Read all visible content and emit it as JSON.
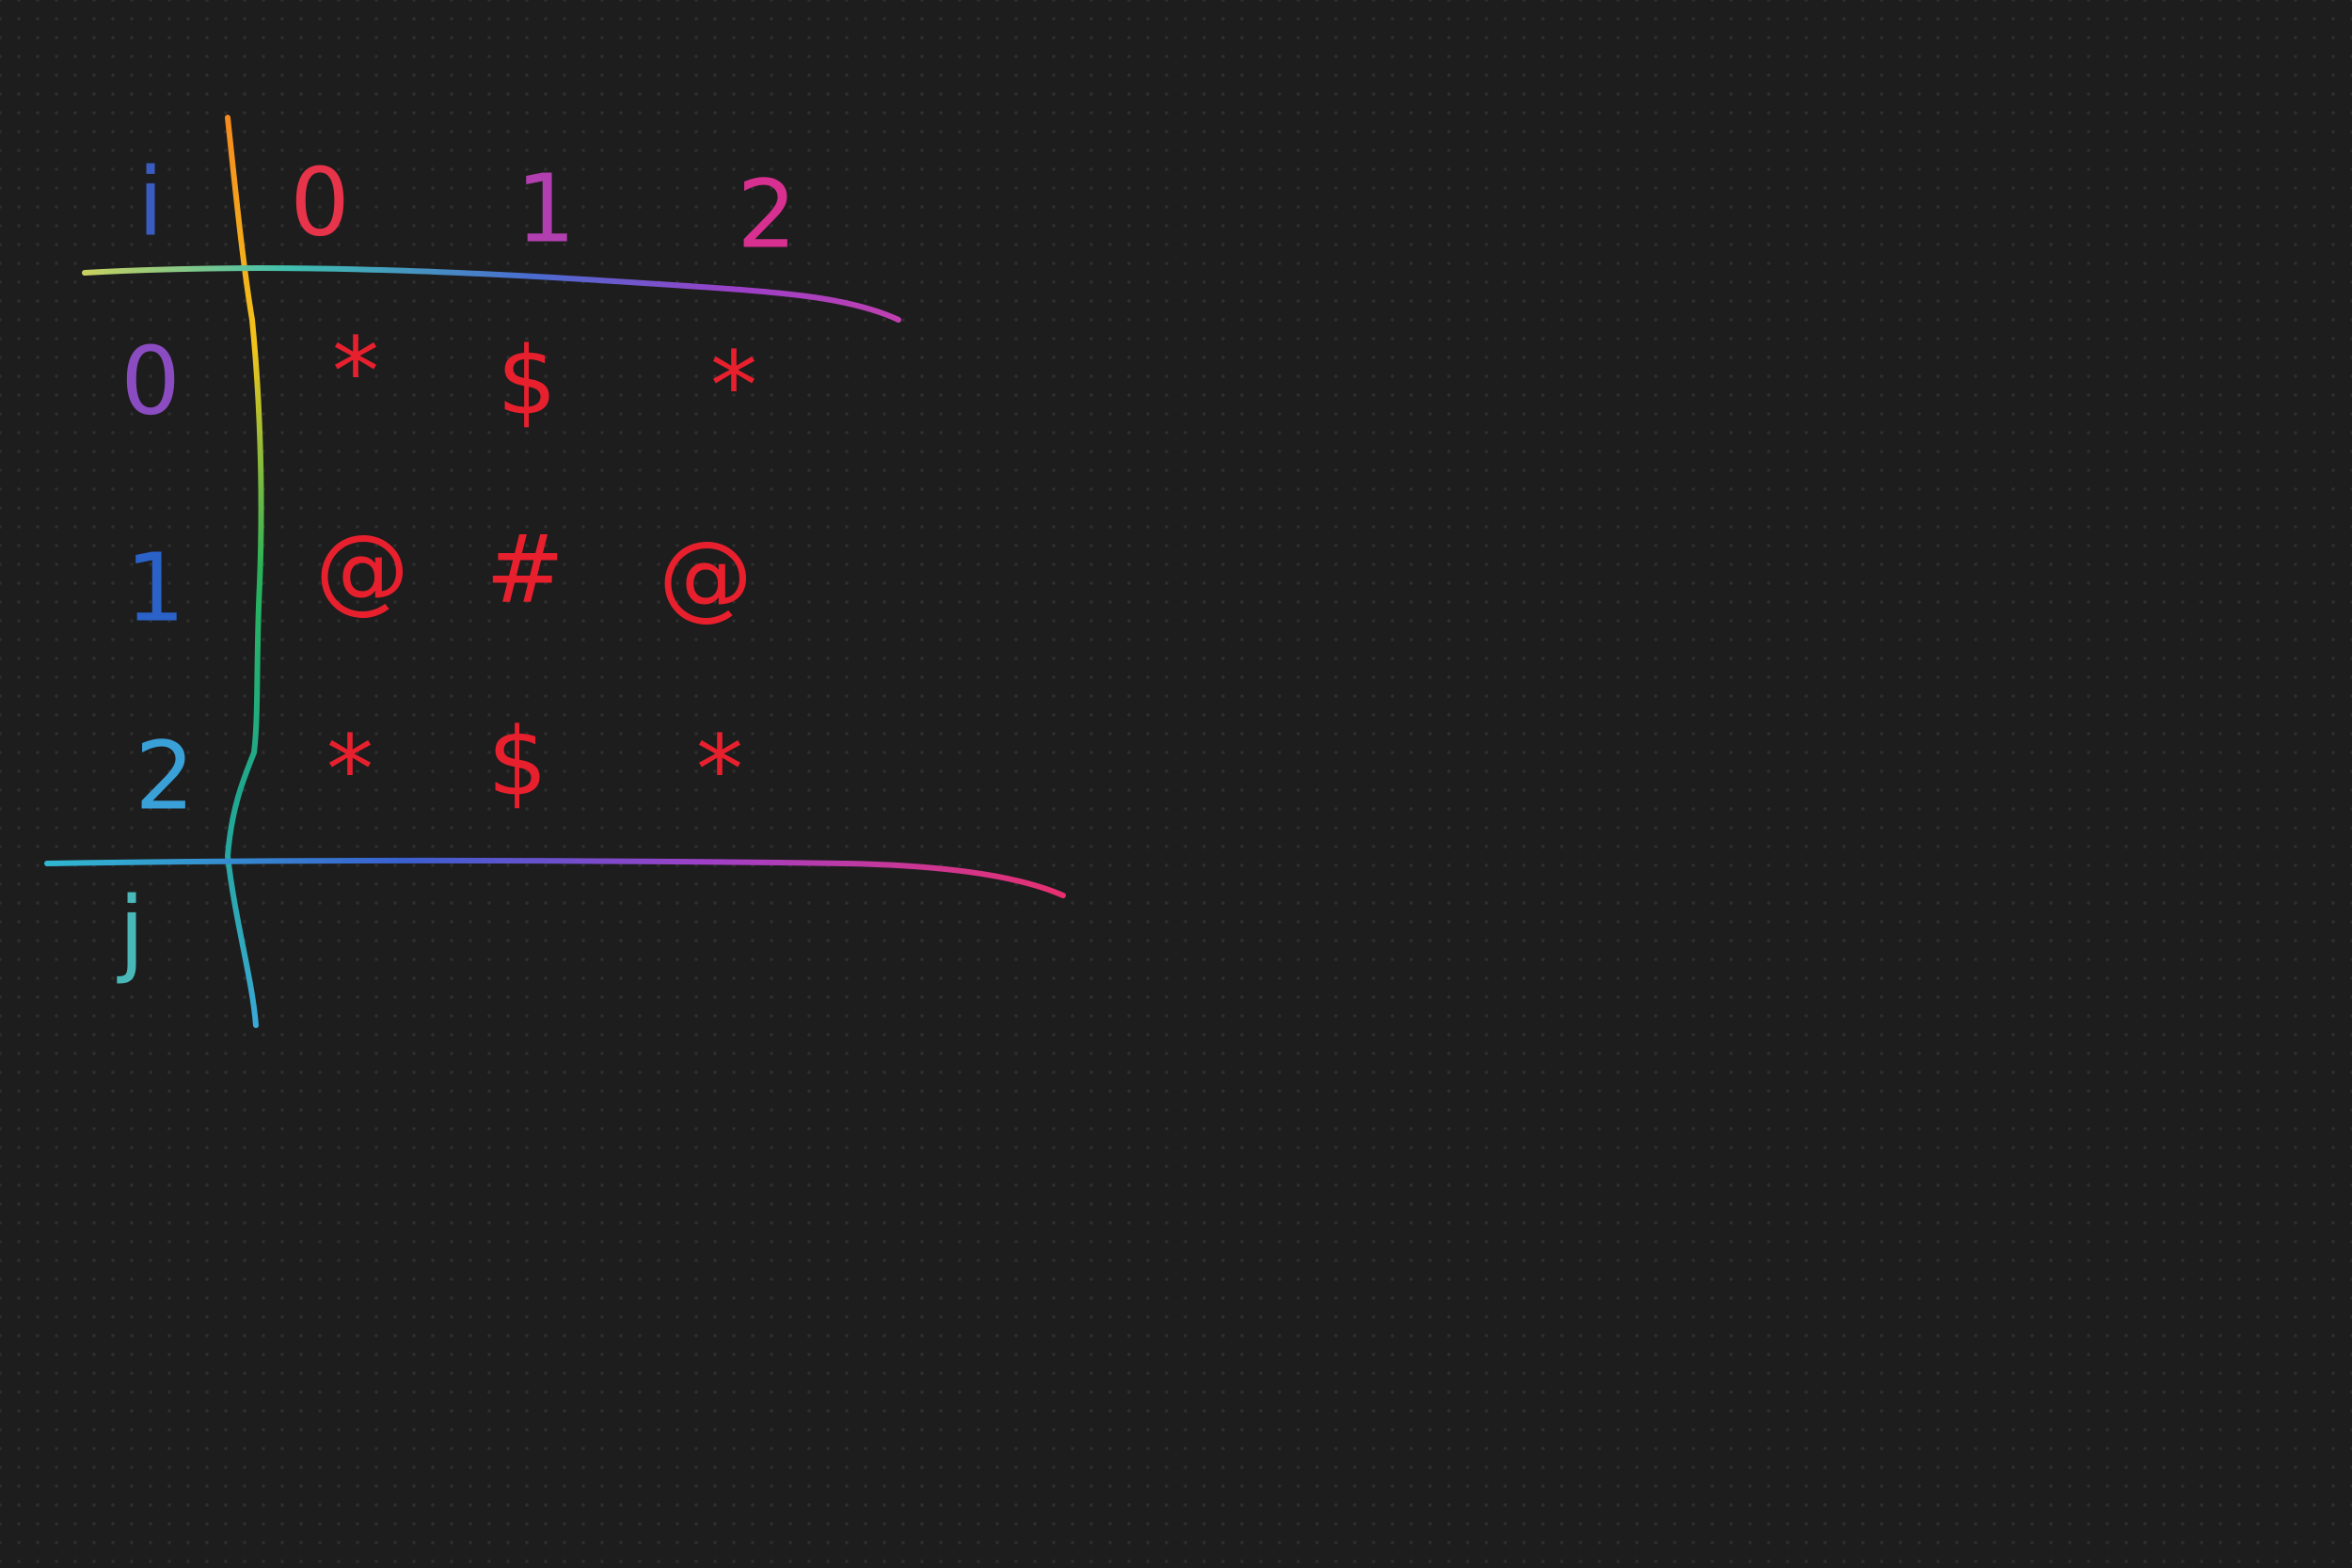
{
  "sketch": {
    "corner_label": "i",
    "bottom_label": "j",
    "column_headers": [
      "0",
      "1",
      "2"
    ],
    "row_headers": [
      "0",
      "1",
      "2"
    ],
    "cells": [
      [
        "*",
        "$",
        "*"
      ],
      [
        "@",
        "#",
        "@"
      ],
      [
        "*",
        "$",
        "*"
      ]
    ]
  },
  "colors": {
    "background": "#1d1d1d",
    "cell_ink": "#e8202e",
    "header_ink_col": [
      "#e8344a",
      "#b23fb0",
      "#d83090"
    ],
    "header_ink_row": [
      "#8a4cc0",
      "#2a62c8",
      "#3aa0d8"
    ]
  }
}
